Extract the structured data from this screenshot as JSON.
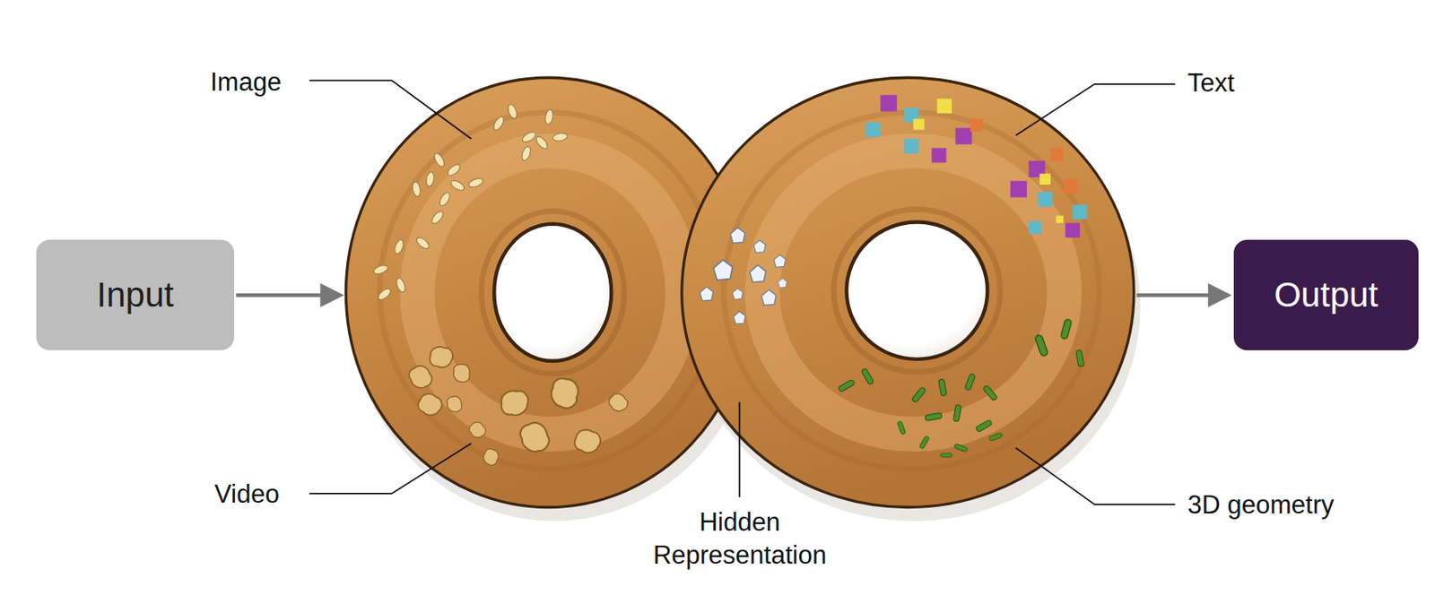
{
  "diagram": {
    "nodes": [
      {
        "text": [
          "Input"
        ]
      },
      {
        "text": [
          "Output"
        ]
      }
    ],
    "labels": [
      "Image",
      "Text",
      "Video",
      "Hidden Representation",
      "3D geometry"
    ]
  }
}
